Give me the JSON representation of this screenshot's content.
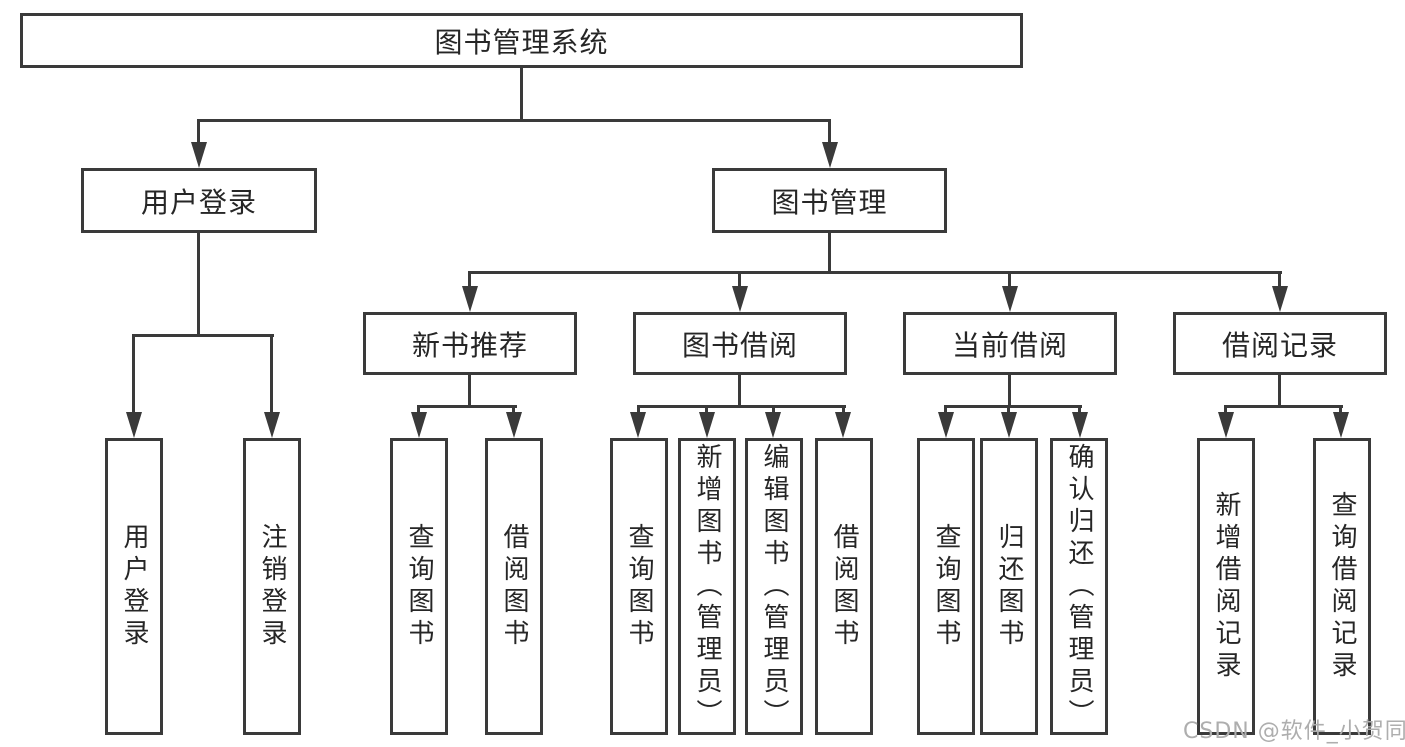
{
  "colors": {
    "line": "#3a3a3a",
    "text": "#262626",
    "background": "#ffffff",
    "watermark": "#aeaeae"
  },
  "watermark": "CSDN @软件_小贺同学",
  "nodes": {
    "root": "图书管理系统",
    "user_login": "用户登录",
    "book_management": "图书管理",
    "new_book_recommend": "新书推荐",
    "book_borrowing": "图书借阅",
    "current_borrowing": "当前借阅",
    "borrowing_records": "借阅记录",
    "user_login_children": [
      "用户登录",
      "注销登录"
    ],
    "new_book_recommend_children": [
      "查询图书",
      "借阅图书"
    ],
    "book_borrowing_children": [
      "查询图书",
      "新增图书（管理员）",
      "编辑图书（管理员）",
      "借阅图书"
    ],
    "current_borrowing_children": [
      "查询图书",
      "归还图书",
      "确认归还（管理员）"
    ],
    "borrowing_records_children": [
      "新增借阅记录",
      "查询借阅记录"
    ]
  }
}
